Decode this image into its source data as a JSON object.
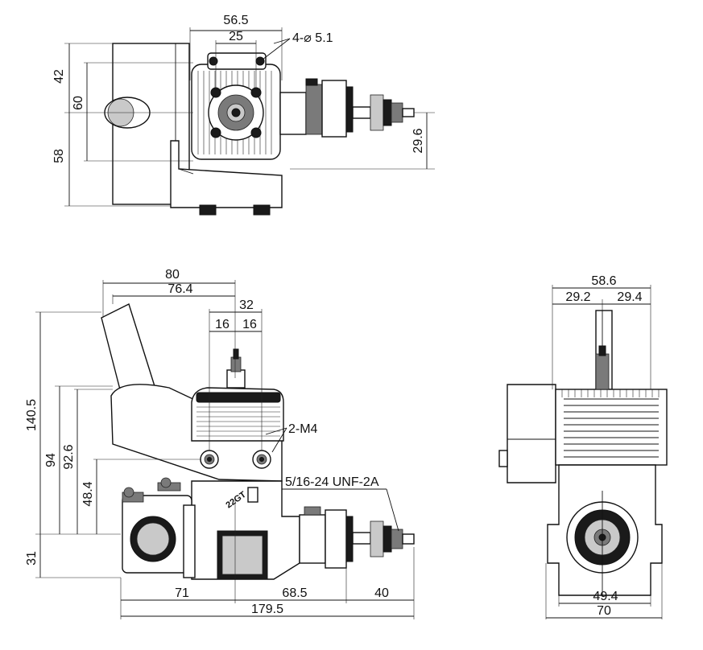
{
  "drawing": {
    "top_view": {
      "dims": {
        "width_total": "56.5",
        "bolt_spacing": "25",
        "holes": "4-⌀ 5.1",
        "height_upper": "42",
        "height_mid": "60",
        "height_lower": "58",
        "shaft_offset": "29.6"
      }
    },
    "side_view": {
      "dims": {
        "stack_reach": "80",
        "stack_reach_inner": "76.4",
        "plug_span": "32",
        "plug_left": "16",
        "plug_right": "16",
        "total_height": "140.5",
        "height_94": "94",
        "height_92_6": "92.6",
        "height_48_4": "48.4",
        "bottom_31": "31",
        "rear_71": "71",
        "front_68_5": "68.5",
        "prop_40": "40",
        "length_total": "179.5"
      },
      "callouts": {
        "mount_screws": "2-M4",
        "thread": "5/16-24 UNF-2A"
      },
      "logo_text": "22GT"
    },
    "front_view": {
      "dims": {
        "width_total": "58.6",
        "width_left": "29.2",
        "width_right": "29.4",
        "base_inner": "49.4",
        "base_total": "70"
      }
    }
  }
}
